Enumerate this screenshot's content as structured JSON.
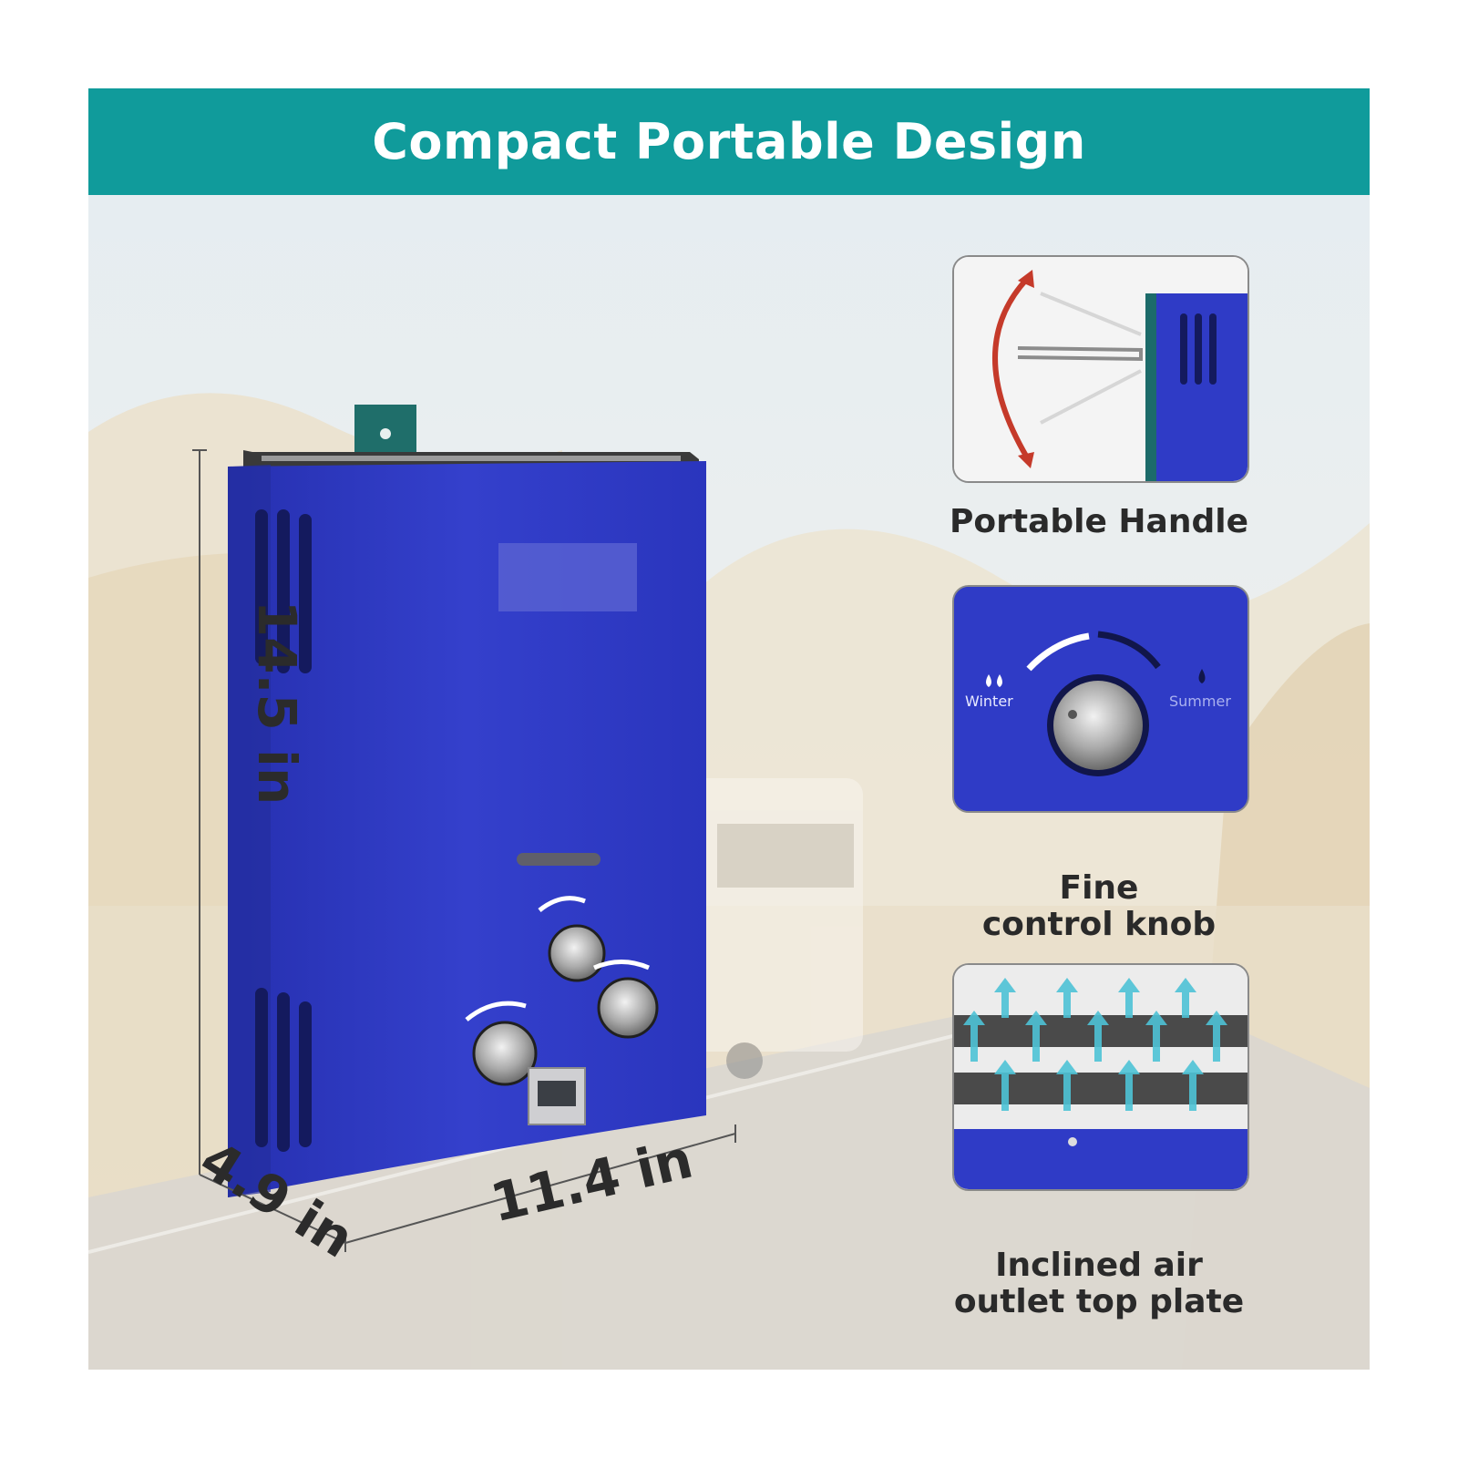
{
  "banner": {
    "title": "Compact Portable Design"
  },
  "dimensions": {
    "height": "14.5 in",
    "depth": "4.9 in",
    "width": "11.4 in"
  },
  "features": [
    {
      "caption": "Portable Handle"
    },
    {
      "caption": "Fine\ncontrol knob"
    },
    {
      "caption": "Inclined air\noutlet top plate"
    }
  ],
  "knob_card": {
    "left_label": "Winter",
    "right_label": "Summer"
  },
  "colors": {
    "banner": "#109b9b",
    "body": "#2f3bc6",
    "accent_arrow": "#c53a2a",
    "airflow": "#4ec3d6"
  }
}
